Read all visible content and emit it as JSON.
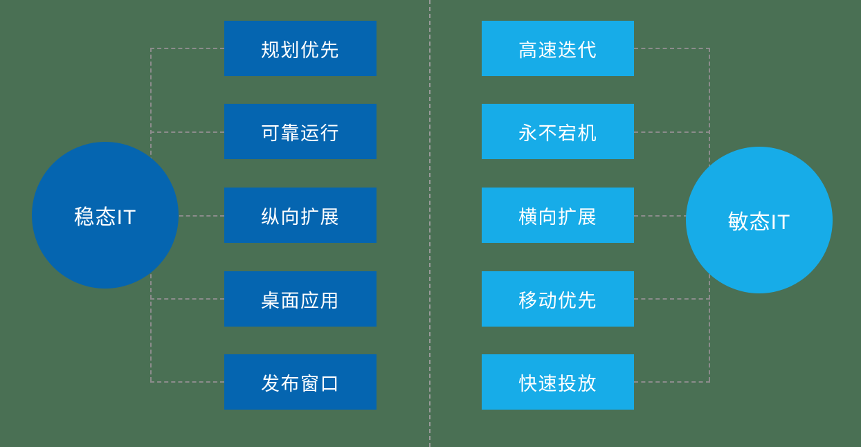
{
  "diagram": {
    "title_left": "稳态IT",
    "title_right": "敏态IT",
    "colors": {
      "background": "#4a7054",
      "left_circle": "#0565b0",
      "right_circle": "#17ace8",
      "left_box": "#0565b0",
      "right_box": "#17ace8",
      "connector": "#8c8c8c",
      "divider": "#9a9a9a",
      "text": "#ffffff"
    },
    "left_column": {
      "label": "稳态IT",
      "items": [
        {
          "label": "规划优先"
        },
        {
          "label": "可靠运行"
        },
        {
          "label": "纵向扩展"
        },
        {
          "label": "桌面应用"
        },
        {
          "label": "发布窗口"
        }
      ]
    },
    "right_column": {
      "label": "敏态IT",
      "items": [
        {
          "label": "高速迭代"
        },
        {
          "label": "永不宕机"
        },
        {
          "label": "横向扩展"
        },
        {
          "label": "移动优先"
        },
        {
          "label": "快速投放"
        }
      ]
    }
  }
}
